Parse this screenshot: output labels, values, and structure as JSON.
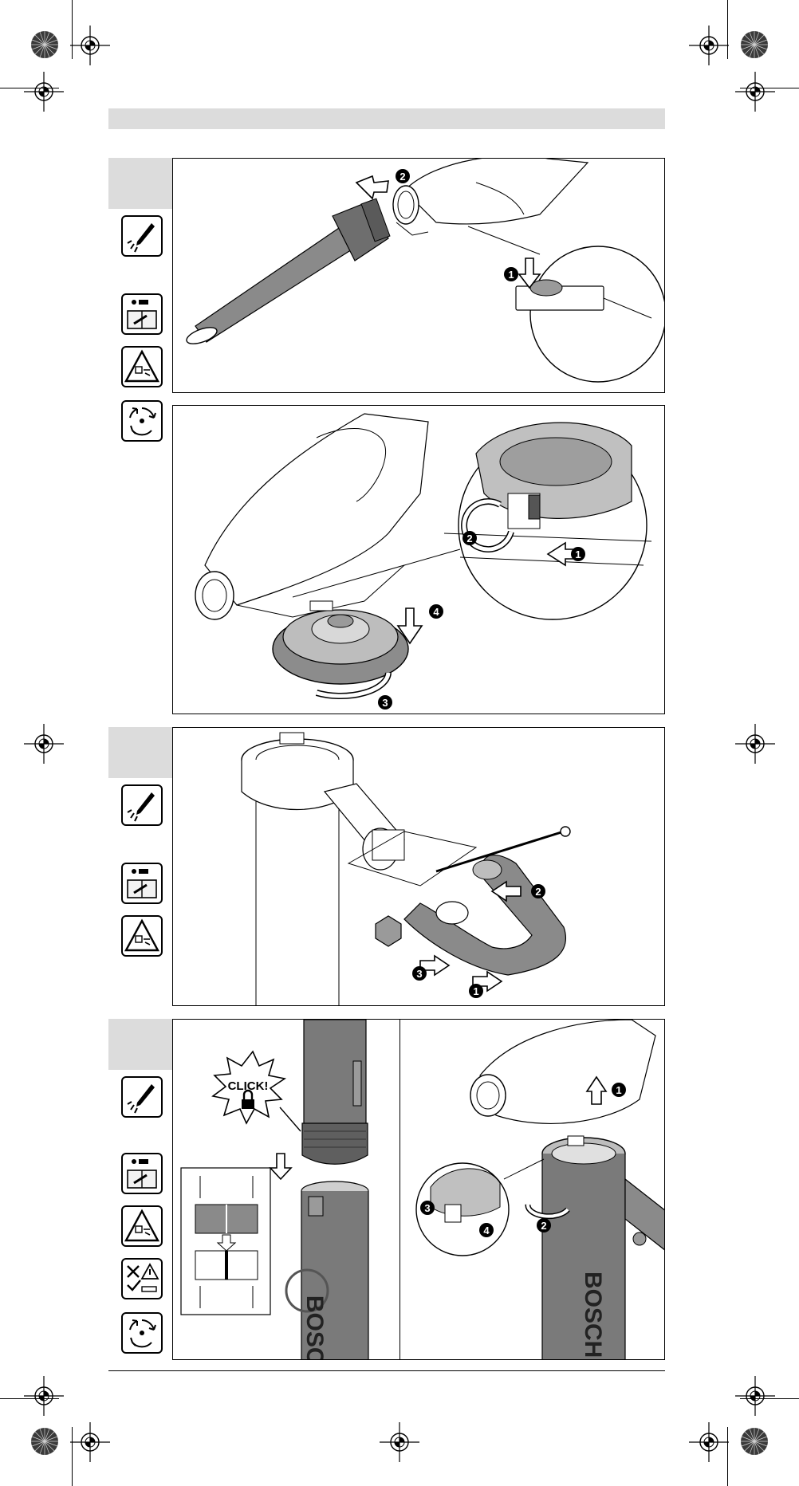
{
  "callouts": {
    "panel1": [
      "1",
      "2"
    ],
    "panel2": [
      "1",
      "2",
      "3",
      "4"
    ],
    "panel3": [
      "1",
      "2",
      "3"
    ],
    "panel4": [
      "1",
      "2",
      "3",
      "4"
    ]
  },
  "click_label": "CLICK!",
  "brand_text": "BOSCH",
  "icons": {
    "group1": [
      "gloves-icon",
      "read-manual-icon",
      "warning-triangle-icon",
      "rotate-recycle-icon"
    ],
    "group2": [
      "gloves-icon",
      "read-manual-icon",
      "warning-triangle-icon"
    ],
    "group3": [
      "gloves-icon",
      "read-manual-icon",
      "warning-triangle-icon",
      "hazard-info-icon",
      "rotate-recycle-icon"
    ]
  },
  "colors": {
    "tube_gray": "#7a7a7a",
    "dark_gray": "#555555",
    "tab_gray": "#dcdcdc"
  }
}
